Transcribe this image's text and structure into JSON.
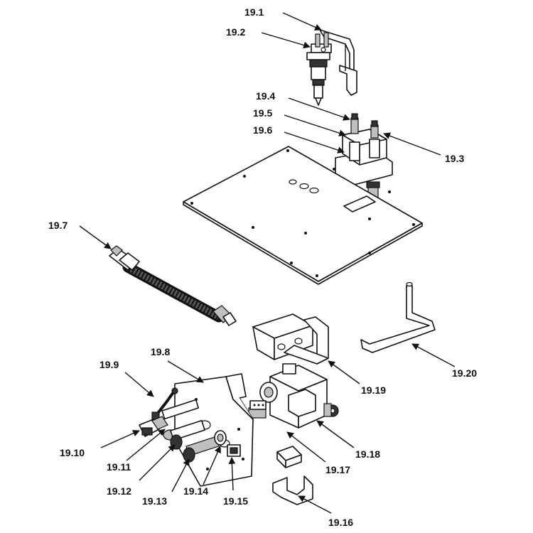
{
  "colors": {
    "ink": "#111111",
    "paper": "#ffffff",
    "shade": "#bfbfbf"
  },
  "callouts": [
    {
      "id": "19-1",
      "label": "19.1"
    },
    {
      "id": "19-2",
      "label": "19.2"
    },
    {
      "id": "19-3",
      "label": "19.3"
    },
    {
      "id": "19-4",
      "label": "19.4"
    },
    {
      "id": "19-5",
      "label": "19.5"
    },
    {
      "id": "19-6",
      "label": "19.6"
    },
    {
      "id": "19-7",
      "label": "19.7"
    },
    {
      "id": "19-8",
      "label": "19.8"
    },
    {
      "id": "19-9",
      "label": "19.9"
    },
    {
      "id": "19-10",
      "label": "19.10"
    },
    {
      "id": "19-11",
      "label": "19.11"
    },
    {
      "id": "19-12",
      "label": "19.12"
    },
    {
      "id": "19-13",
      "label": "19.13"
    },
    {
      "id": "19-14",
      "label": "19.14"
    },
    {
      "id": "19-15",
      "label": "19.15"
    },
    {
      "id": "19-16",
      "label": "19.16"
    },
    {
      "id": "19-17",
      "label": "19.17"
    },
    {
      "id": "19-18",
      "label": "19.18"
    },
    {
      "id": "19-19",
      "label": "19.19"
    },
    {
      "id": "19-20",
      "label": "19.20"
    }
  ]
}
